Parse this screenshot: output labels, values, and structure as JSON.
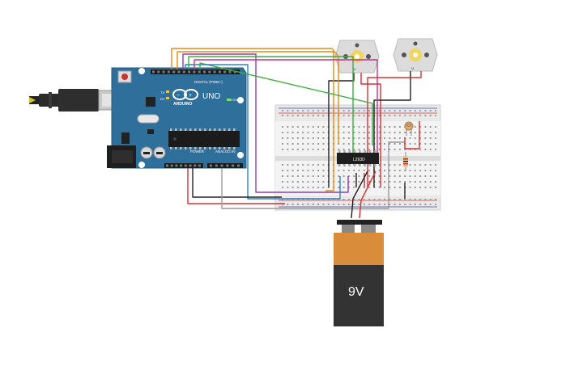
{
  "arduino": {
    "brand": "ARDUINO",
    "model": "UNO",
    "digital_header": "DIGITAL (PWM~)",
    "power_header": "POWER",
    "analog_header": "ANALOG IN",
    "tx": "TX",
    "rx": "RX",
    "on": "ON",
    "board_color": "#2f6f9c"
  },
  "driver_chip": {
    "label": "L293D"
  },
  "motors": [
    {
      "label": "M"
    },
    {
      "label": "M"
    }
  ],
  "battery": {
    "label": "9V",
    "top_color": "#d98c3a",
    "body_color": "#333333"
  },
  "wires": {
    "orange": "#e58a16",
    "purple": "#8d3fb8",
    "green": "#3fae3f",
    "magenta": "#c6308e",
    "blue": "#2a83c8",
    "red": "#d93030",
    "black": "#222222",
    "gray": "#9a9a9a",
    "olive": "#9a7b3c"
  }
}
